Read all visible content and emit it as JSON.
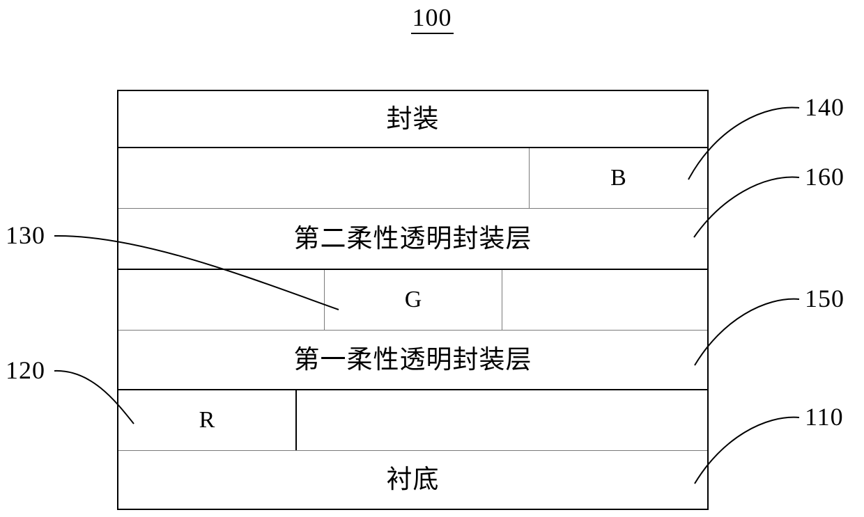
{
  "figure": {
    "number": "100"
  },
  "diagram": {
    "title": "100",
    "rows": [
      {
        "id": "encapsulation",
        "cells": [
          {
            "label": "封装",
            "kind": "layer"
          }
        ]
      },
      {
        "id": "blue-subpixel-row",
        "cells": [
          {
            "label": "",
            "kind": "blank"
          },
          {
            "label": "B",
            "kind": "subpixel"
          }
        ]
      },
      {
        "id": "second-flexible-transparent-encapsulation-layer",
        "cells": [
          {
            "label": "第二柔性透明封装层",
            "kind": "layer"
          }
        ]
      },
      {
        "id": "green-subpixel-row",
        "cells": [
          {
            "label": "",
            "kind": "blank"
          },
          {
            "label": "G",
            "kind": "subpixel"
          },
          {
            "label": "",
            "kind": "blank"
          }
        ]
      },
      {
        "id": "first-flexible-transparent-encapsulation-layer",
        "cells": [
          {
            "label": "第一柔性透明封装层",
            "kind": "layer"
          }
        ]
      },
      {
        "id": "red-subpixel-row",
        "cells": [
          {
            "label": "R",
            "kind": "subpixel"
          },
          {
            "label": "",
            "kind": "blank"
          }
        ]
      },
      {
        "id": "substrate",
        "cells": [
          {
            "label": "衬底",
            "kind": "layer"
          }
        ]
      }
    ]
  },
  "callouts": [
    {
      "id": "ref-140",
      "number": "140",
      "side": "right",
      "points_to": "encapsulation"
    },
    {
      "id": "ref-160",
      "number": "160",
      "side": "right",
      "points_to": "second-flexible-transparent-encapsulation-layer"
    },
    {
      "id": "ref-150",
      "number": "150",
      "side": "right",
      "points_to": "first-flexible-transparent-encapsulation-layer"
    },
    {
      "id": "ref-110",
      "number": "110",
      "side": "right",
      "points_to": "substrate"
    },
    {
      "id": "ref-130",
      "number": "130",
      "side": "left",
      "points_to": "green-subpixel-row"
    },
    {
      "id": "ref-120",
      "number": "120",
      "side": "left",
      "points_to": "red-subpixel-row"
    }
  ],
  "colors": {
    "line_strong": "#000000",
    "line_light": "#7a7a7a",
    "background": "#ffffff",
    "text": "#000000"
  }
}
